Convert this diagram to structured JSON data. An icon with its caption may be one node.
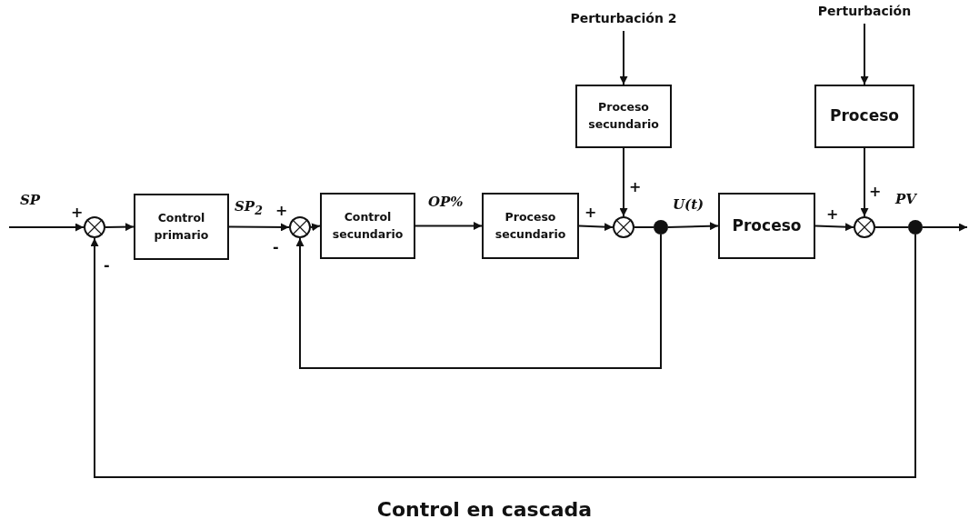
{
  "diagram": {
    "caption": "Control en cascada",
    "nodes": [
      {
        "text": [
          "Perturbación 2"
        ]
      },
      {
        "text": [
          "Perturbación"
        ]
      },
      {
        "text": [
          "Proceso secundario"
        ]
      },
      {
        "text": [
          "Proceso"
        ]
      },
      {
        "text": [],
        "shape": "circle"
      },
      {
        "text": [
          "Control primario"
        ]
      },
      {
        "text": [],
        "shape": "circle"
      },
      {
        "text": [
          "Control secundario"
        ]
      },
      {
        "text": [
          "Proceso secundario"
        ]
      },
      {
        "text": [],
        "shape": "circle"
      },
      {
        "text": [],
        "shape": "dot"
      },
      {
        "text": [
          "Proceso"
        ]
      },
      {
        "text": [],
        "shape": "circle"
      },
      {
        "text": [],
        "shape": "dot"
      }
    ],
    "edges": [
      {
        "from": null,
        "to": 4,
        "arrow": "to"
      },
      {
        "from": 4,
        "to": 5,
        "arrow": "to"
      },
      {
        "from": 5,
        "to": 6,
        "arrow": "to"
      },
      {
        "from": 6,
        "to": 7,
        "arrow": "to"
      },
      {
        "from": 7,
        "to": 8,
        "arrow": "to"
      },
      {
        "from": 8,
        "to": 9,
        "arrow": "to"
      },
      {
        "from": 0,
        "to": 2,
        "arrow": "to"
      },
      {
        "from": 2,
        "to": 9,
        "arrow": "to"
      },
      {
        "from": 9,
        "to": 10,
        "arrow": "none"
      },
      {
        "from": 10,
        "to": 11,
        "arrow": "to"
      },
      {
        "from": 1,
        "to": 3,
        "arrow": "to"
      },
      {
        "from": 3,
        "to": 12,
        "arrow": "to"
      },
      {
        "from": 11,
        "to": 12,
        "arrow": "to"
      },
      {
        "from": 12,
        "to": 13,
        "arrow": "none"
      },
      {
        "from": 13,
        "to": null,
        "arrow": "to"
      },
      {
        "from": 10,
        "to": 6,
        "arrow": "to"
      },
      {
        "from": 13,
        "to": 4,
        "arrow": "to"
      }
    ],
    "labels": [
      "SP",
      "+",
      "SP$_{2}$",
      "+",
      "OP%",
      "+",
      "+",
      "U(t)",
      "+",
      "+",
      "PV",
      "-",
      "-"
    ]
  }
}
